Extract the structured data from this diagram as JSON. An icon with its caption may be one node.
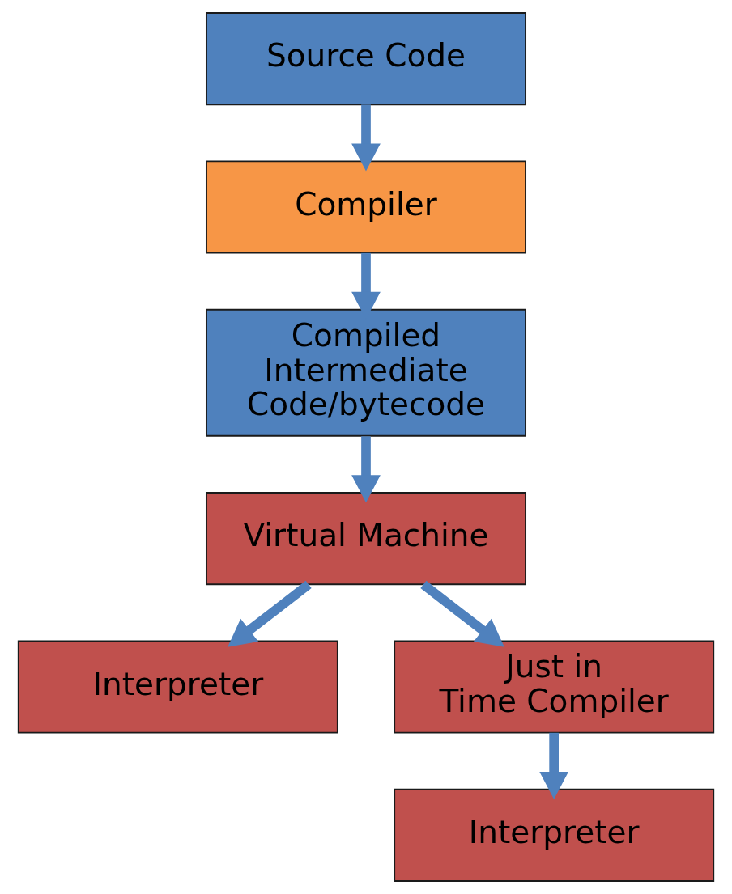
{
  "diagram": {
    "nodes": [
      {
        "text": [
          "Source Code"
        ]
      },
      {
        "text": [
          "Compiler"
        ]
      },
      {
        "text": [
          "Compiled Intermediate Code/bytecode"
        ]
      },
      {
        "text": [
          "Virtual Machine"
        ]
      },
      {
        "text": [
          "Interpreter"
        ]
      },
      {
        "text": [
          "Just in Time Compiler"
        ]
      },
      {
        "text": [
          "Interpreter"
        ]
      }
    ],
    "edges": [
      {
        "from": 0,
        "to": 1,
        "arrow": "to"
      },
      {
        "from": 1,
        "to": 2,
        "arrow": "to"
      },
      {
        "from": 2,
        "to": 3,
        "arrow": "to"
      },
      {
        "from": 3,
        "to": 4,
        "arrow": "to"
      },
      {
        "from": 3,
        "to": 5,
        "arrow": "to"
      },
      {
        "from": 5,
        "to": 6,
        "arrow": "to"
      }
    ]
  }
}
